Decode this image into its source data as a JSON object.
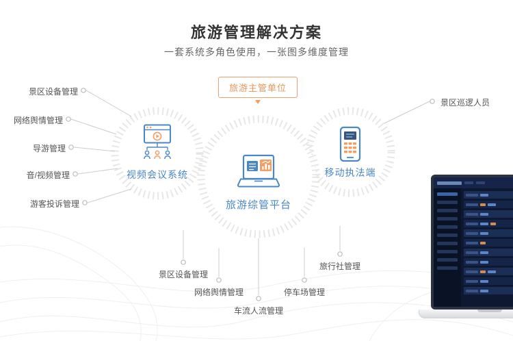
{
  "header": {
    "title": "旅游管理解决方案",
    "subtitle": "一套系统多角色使用，一张图多维度管理"
  },
  "diagram": {
    "top_label": "旅游主管单位",
    "circles": [
      {
        "label": "视频会议系统",
        "icon": "video-conference-icon"
      },
      {
        "label": "旅游综管平台",
        "icon": "laptop-dashboard-icon"
      },
      {
        "label": "移动执法端",
        "icon": "handheld-terminal-icon"
      }
    ],
    "left_labels": [
      "景区设备管理",
      "网络舆情管理",
      "导游管理",
      "音/视频管理",
      "游客投诉管理"
    ],
    "right_labels": [
      "景区巡逻人员"
    ],
    "bottom_labels": [
      "景区设备管理",
      "网络舆情管理",
      "车流人流管理",
      "停车场管理",
      "旅行社管理"
    ]
  },
  "colors": {
    "accent_orange": "#F0A067",
    "primary_blue": "#4A87C6",
    "ring_gray": "#E7E7E7",
    "connector_gray": "#CCCCCC",
    "label_gray": "#555555",
    "title_dark": "#333333"
  }
}
